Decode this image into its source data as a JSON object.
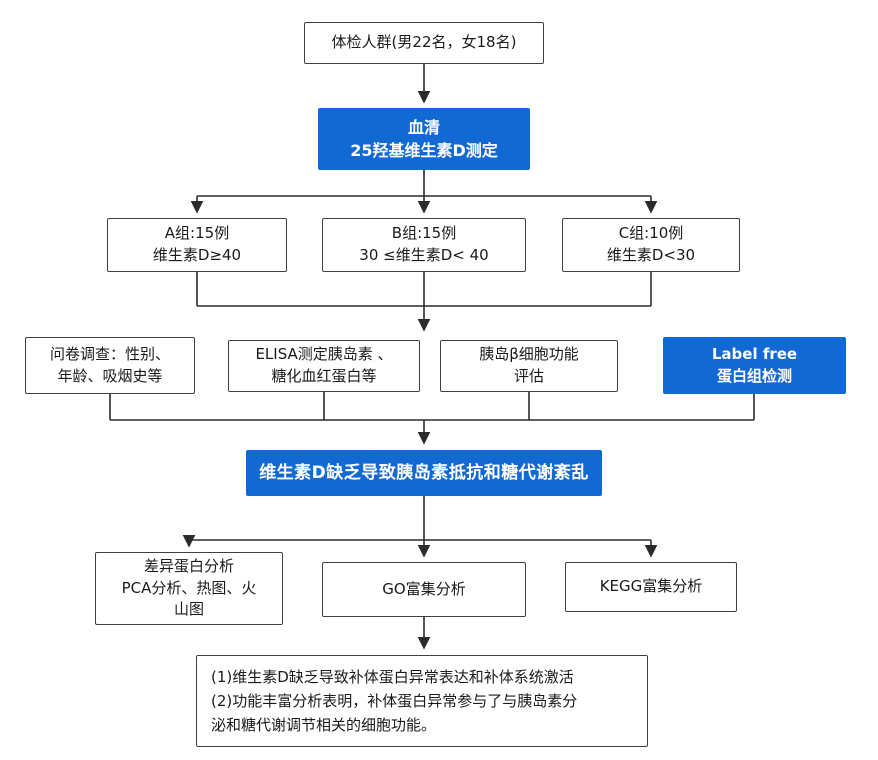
{
  "colors": {
    "accent_blue": "#1269d3",
    "box_border": "#3f3f3f",
    "arrow": "#2b2b2b",
    "background": "#ffffff"
  },
  "nodes": {
    "population": {
      "text": "体检人群(男22名，女18名)"
    },
    "serum": {
      "lines": [
        "血清",
        "25羟基维生素D测定"
      ]
    },
    "group_a": {
      "lines": [
        "A组:15例",
        "维生素D≥40"
      ]
    },
    "group_b": {
      "lines": [
        "B组:15例",
        "30 ≤维生素D< 40"
      ]
    },
    "group_c": {
      "lines": [
        "C组:10例",
        "维生素D<30"
      ]
    },
    "questionnaire": {
      "lines": [
        "问卷调查：性别、",
        "年龄、吸烟史等"
      ]
    },
    "elisa": {
      "lines": [
        "ELISA测定胰岛素 、",
        "糖化血红蛋白等"
      ]
    },
    "beta_cell": {
      "lines": [
        "胰岛β细胞功能",
        "评估"
      ]
    },
    "label_free": {
      "lines": [
        "Label free",
        "蛋白组检测"
      ]
    },
    "banner": {
      "text": "维生素D缺乏导致胰岛素抵抗和糖代谢紊乱"
    },
    "diff_protein": {
      "lines": [
        "差异蛋白分析",
        "PCA分析、热图、火",
        "山图"
      ]
    },
    "go_enrichment": {
      "text": "GO富集分析"
    },
    "kegg_enrichment": {
      "text": "KEGG富集分析"
    },
    "conclusion": {
      "lines": [
        "(1)维生素D缺乏导致补体蛋白异常表达和补体系统激活",
        "(2)功能丰富分析表明，补体蛋白异常参与了与胰岛素分",
        "泌和糖代谢调节相关的细胞功能。"
      ]
    }
  }
}
